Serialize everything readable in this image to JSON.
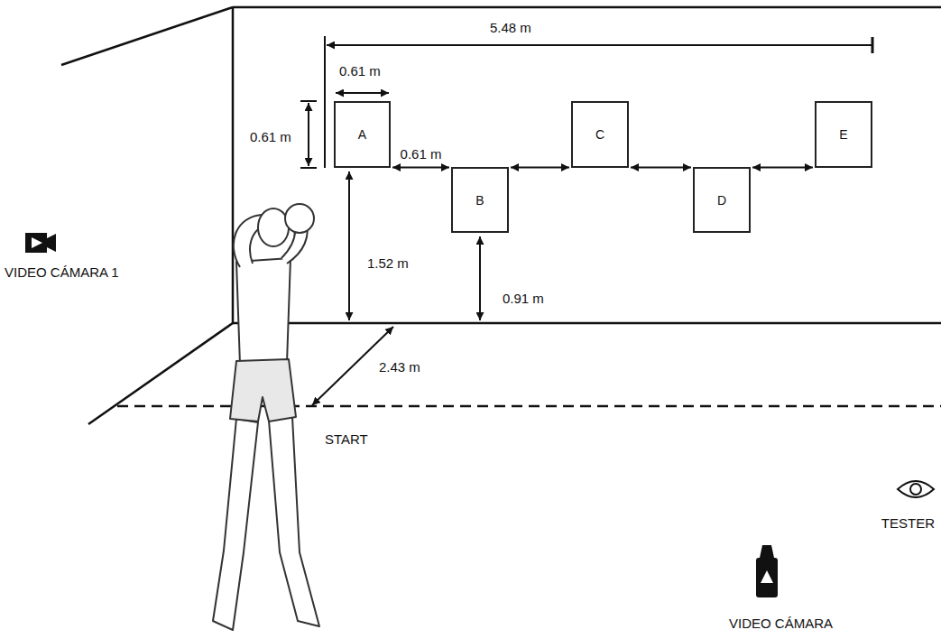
{
  "diagram": {
    "nodes": [
      {
        "text": [
          "A"
        ]
      },
      {
        "text": [
          "B"
        ]
      },
      {
        "text": [
          "C"
        ]
      },
      {
        "text": [
          "D"
        ]
      },
      {
        "text": [
          "E"
        ]
      }
    ],
    "edges": [
      {
        "from": 0,
        "to": 1,
        "arrow": "both",
        "label": "0.61 m"
      },
      {
        "from": 1,
        "to": 2,
        "arrow": "both"
      },
      {
        "from": 2,
        "to": 3,
        "arrow": "both"
      },
      {
        "from": 3,
        "to": 4,
        "arrow": "both"
      }
    ],
    "labels": [
      "5.48 m",
      "0.61 m",
      "0.61 m",
      "1.52 m",
      "0.91 m",
      "2.43 m",
      "VIDEO CÁMARA 1",
      "START",
      "TESTER",
      "VIDEO CÁMARA"
    ]
  }
}
